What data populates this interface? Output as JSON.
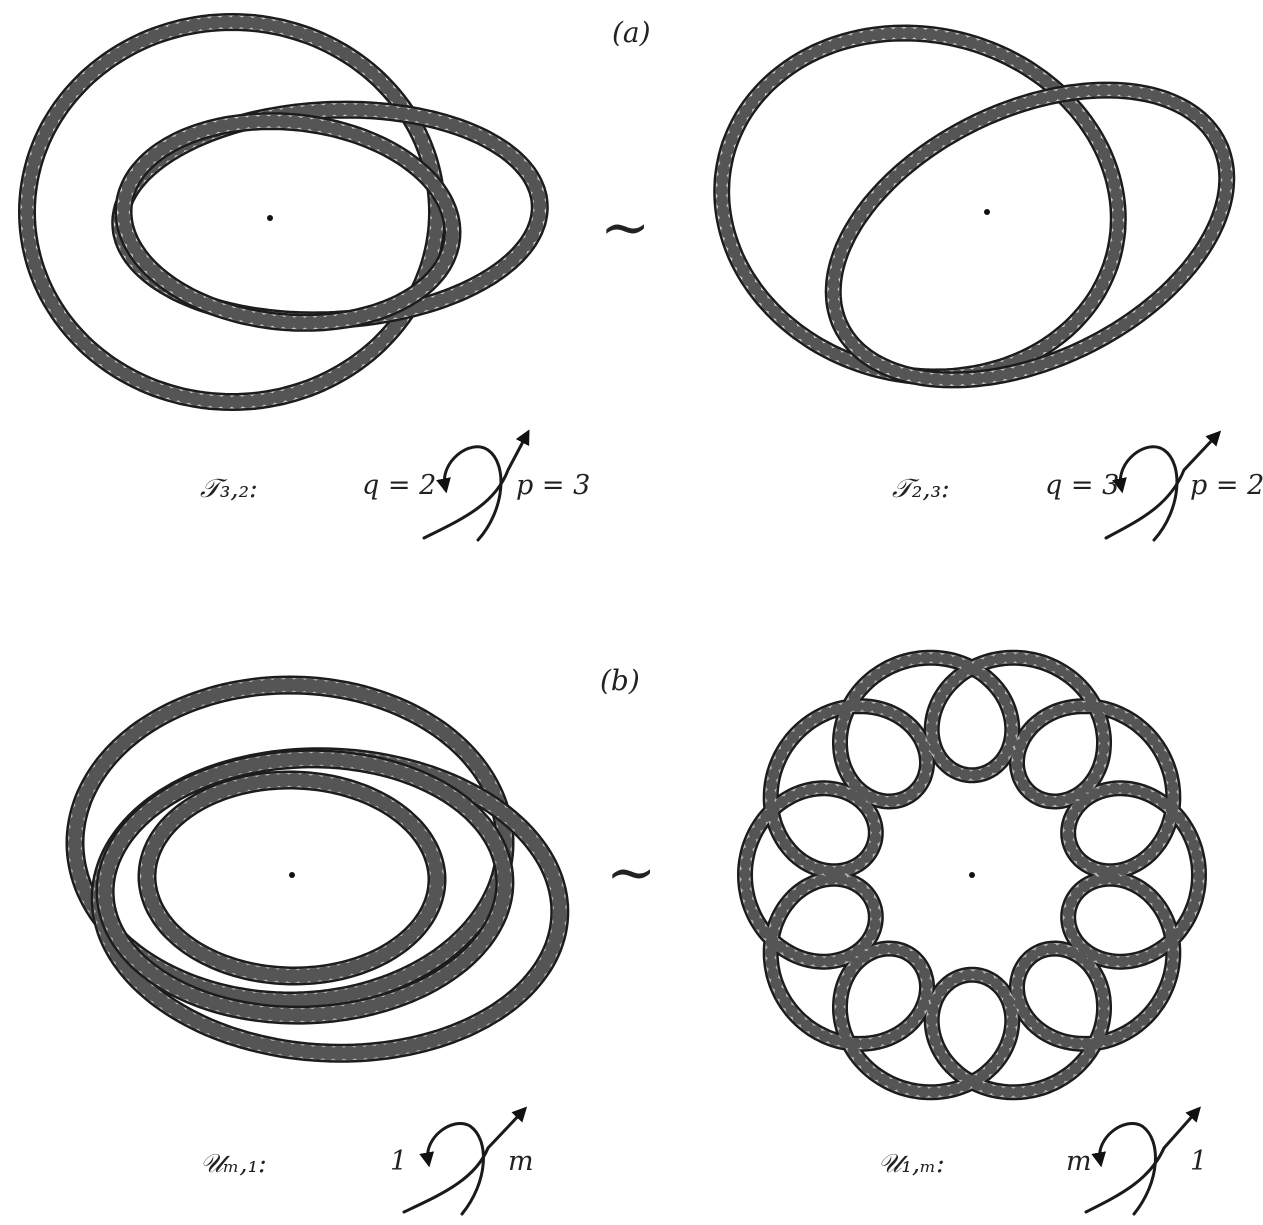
{
  "panel_a": {
    "label": "(a)",
    "left_knot": {
      "name": "𝒯₃,₂:",
      "q_label": "q = 2",
      "p_label": "p = 3"
    },
    "equivalence": "~",
    "right_knot": {
      "name": "𝒯₂,₃:",
      "q_label": "q = 3",
      "p_label": "p = 2"
    }
  },
  "panel_b": {
    "label": "(b)",
    "left_knot": {
      "name": "𝒰ₘ,₁:",
      "q_label": "1",
      "p_label": "m"
    },
    "equivalence": "~",
    "right_knot": {
      "name": "𝒰₁,ₘ:",
      "q_label": "m",
      "p_label": "1"
    }
  },
  "colors": {
    "tube_outline": "#1c1c1c",
    "tube_fill_a": "#c9c9c9",
    "tube_fill_b": "#b4b4b4",
    "background": "#ffffff"
  },
  "icons": [
    "torus-knot-tube",
    "winding-arrows-icon"
  ]
}
